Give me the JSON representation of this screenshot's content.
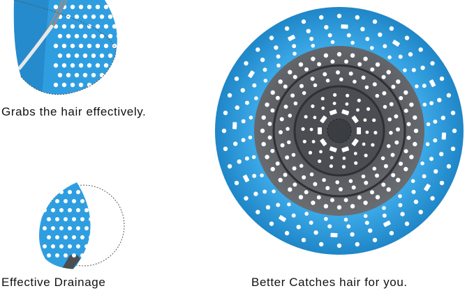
{
  "captions": {
    "grabs": "Grabs the hair effectively.",
    "drainage": "Effective Drainage",
    "better": "Better Catches hair for you."
  },
  "colors": {
    "ring_blue": "#2f9ee0",
    "ring_blue_dark": "#1f7fc0",
    "steel_dark": "#4a4d52",
    "steel_mid": "#6d7076",
    "hole_white": "#ffffff",
    "dashed_outline": "#555555"
  }
}
